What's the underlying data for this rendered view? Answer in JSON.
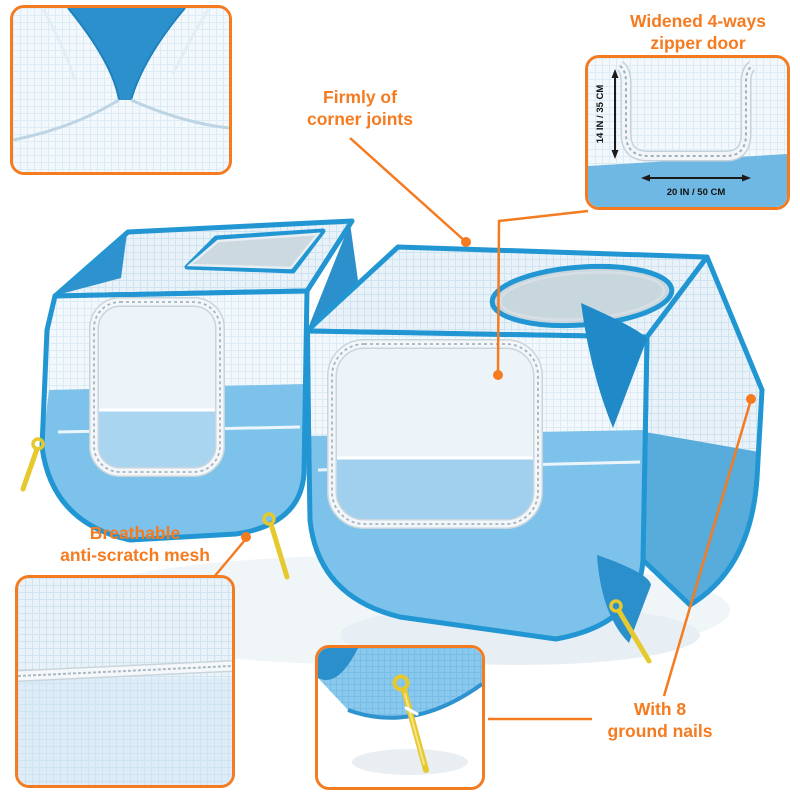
{
  "colors": {
    "accent_orange": "#F47B20",
    "frame_blue": "#2196D3",
    "fabric_blue": "#7DC2EA",
    "fabric_blue_dark": "#58ACDC",
    "mesh_light": "#F2F7FB",
    "nail_yellow": "#E6C82F"
  },
  "callouts": {
    "corner_joints": {
      "line1": "Firmly of",
      "line2": "corner joints"
    },
    "zipper_door": {
      "line1": "Widened 4-ways",
      "line2": "zipper door",
      "height": "14 IN / 35 CM",
      "width": "20 IN / 50 CM"
    },
    "mesh": {
      "line1": "Breathable",
      "line2": "anti-scratch mesh"
    },
    "ground_nails": {
      "line1": "With 8",
      "line2": "ground nails"
    }
  }
}
